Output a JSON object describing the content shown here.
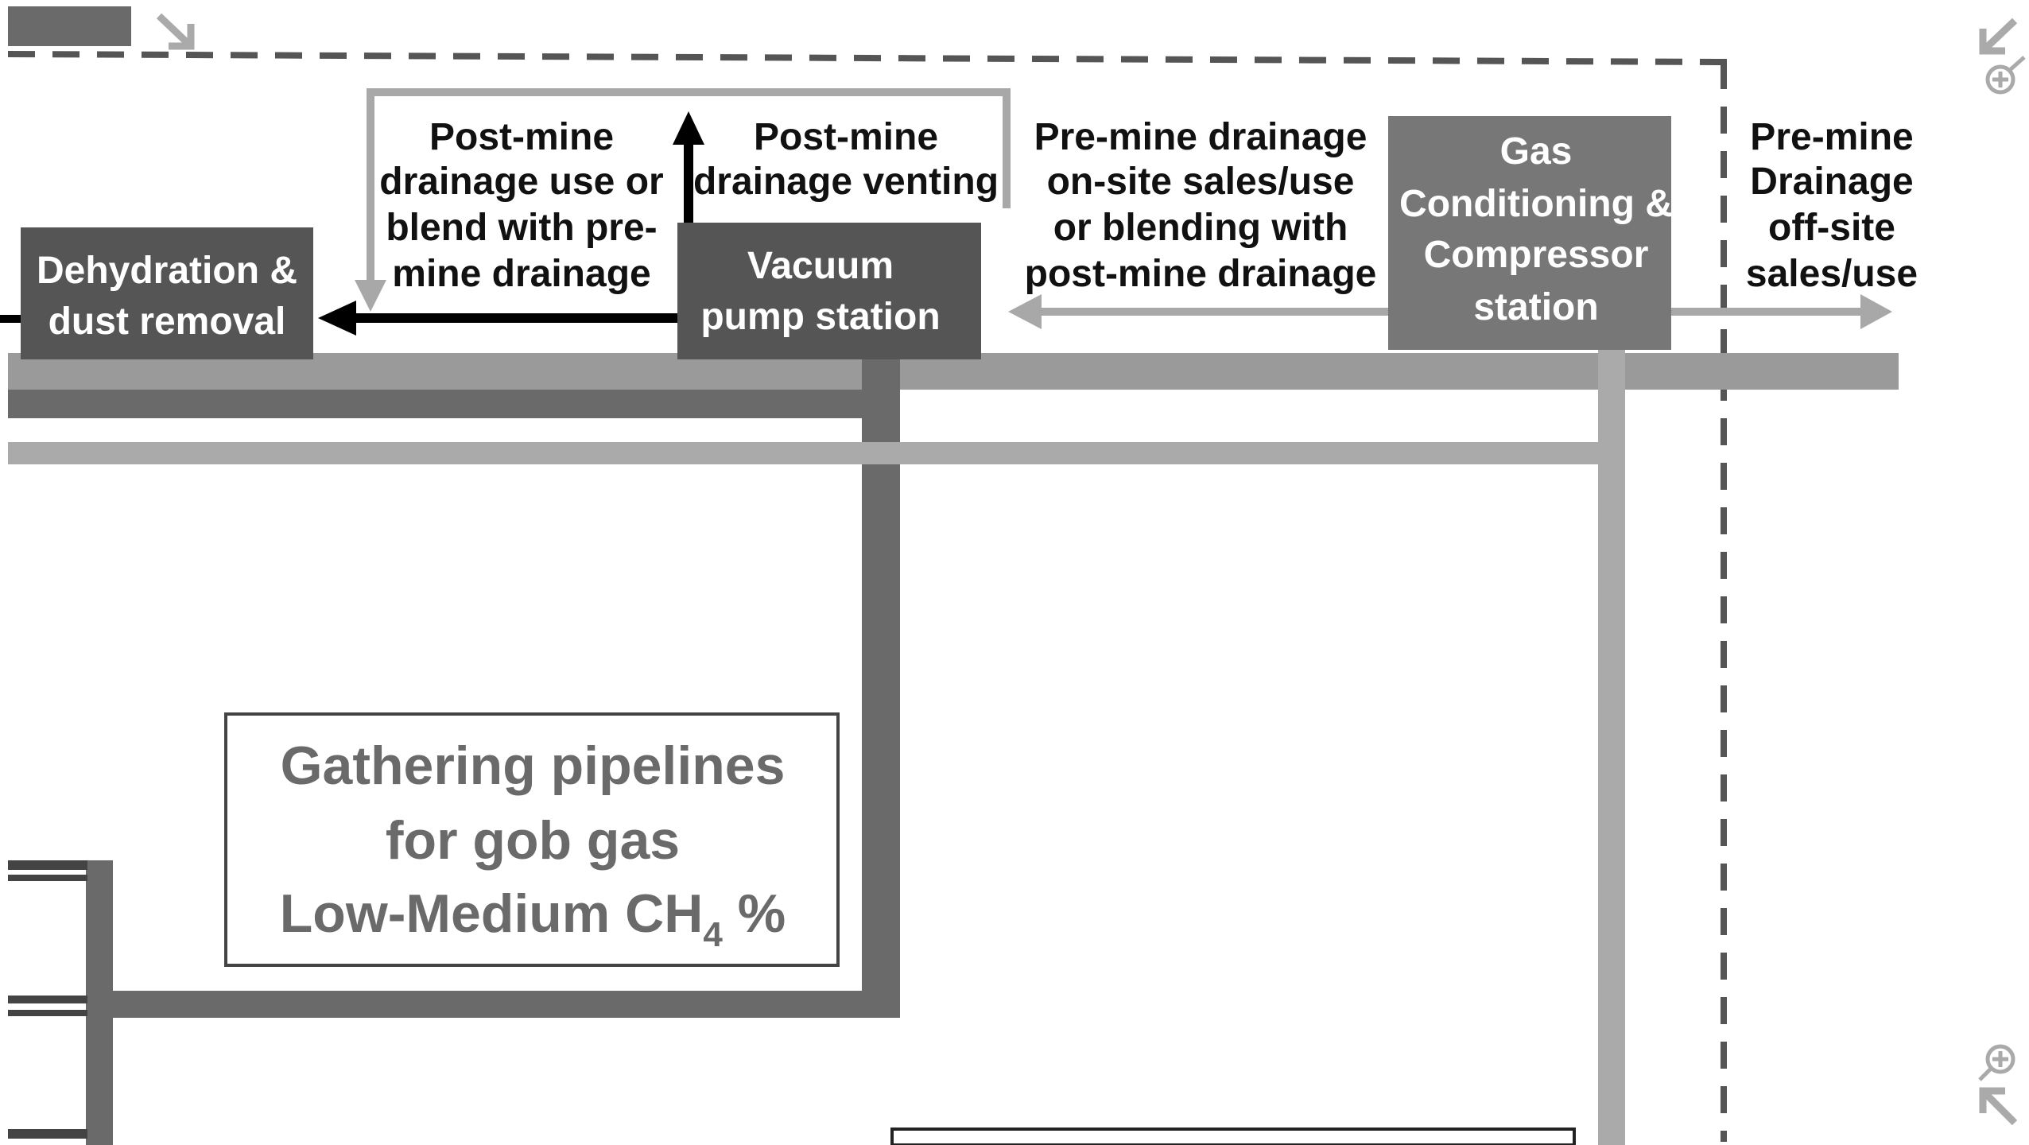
{
  "diagram": {
    "boxes": {
      "dehydration": {
        "lines": [
          "Dehydration &",
          "dust removal"
        ]
      },
      "vacuum": {
        "lines": [
          "Vacuum",
          "pump station"
        ]
      },
      "gas_conditioning": {
        "lines": [
          "Gas",
          "Conditioning &",
          "Compressor",
          "station"
        ]
      }
    },
    "labels": {
      "post_mine_use": {
        "lines": [
          "Post-mine",
          "drainage use or",
          "blend with pre-",
          "mine drainage"
        ]
      },
      "post_mine_venting": {
        "lines": [
          "Post-mine",
          "drainage venting"
        ]
      },
      "pre_mine_onsite": {
        "lines": [
          "Pre-mine drainage",
          "on-site sales/use",
          "or blending with",
          "post-mine drainage"
        ]
      },
      "pre_mine_offsite": {
        "lines": [
          "Pre-mine",
          "Drainage",
          "off-site",
          "sales/use"
        ]
      }
    },
    "gathering_box": {
      "line1": "Gathering pipelines",
      "line2": "for gob gas",
      "line3_main": "Low-Medium CH",
      "line3_sub": "4",
      "line3_tail": " %"
    },
    "colors": {
      "dark_box": "#555555",
      "mid_box": "#777777",
      "dark_pipe": "#6a6a6a",
      "light_pipe": "#aaaaaa",
      "arrow_black": "#000000",
      "arrow_light": "#a8a8a8",
      "dashed_border": "#555555"
    },
    "icons": [
      "collapse-arrow-icon",
      "shrink-arrow-icon",
      "zoom-out-icon",
      "zoom-in-icon",
      "expand-arrow-icon"
    ]
  }
}
